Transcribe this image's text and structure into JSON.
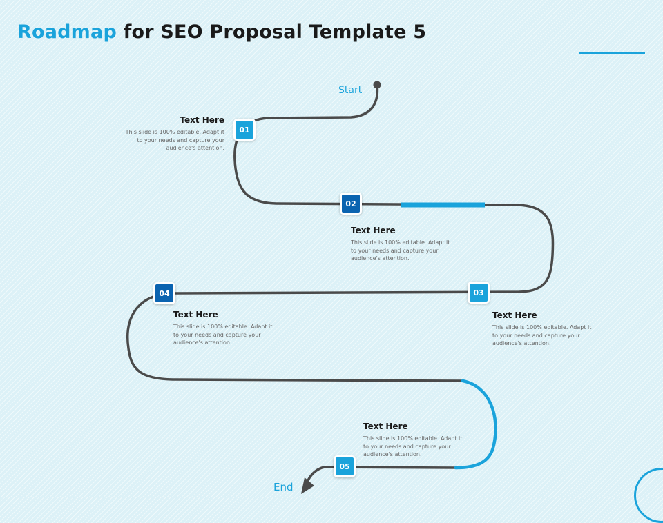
{
  "title": {
    "highlight": "Roadmap",
    "rest": " for SEO Proposal Template 5"
  },
  "path": {
    "start_label": "Start",
    "end_label": "End",
    "colors": {
      "road": "#4a4a4a",
      "accent": "#1aa3db",
      "marker_light": "#1aa3db",
      "marker_dark": "#0a63b0"
    }
  },
  "steps": [
    {
      "number": "01",
      "title": "Text Here",
      "body": "This slide is 100% editable. Adapt it to your needs and capture your audience's attention."
    },
    {
      "number": "02",
      "title": "Text Here",
      "body": "This slide is 100% editable. Adapt it to your needs and capture your audience's attention."
    },
    {
      "number": "03",
      "title": "Text Here",
      "body": "This slide is 100% editable. Adapt it to your needs and capture your audience's attention."
    },
    {
      "number": "04",
      "title": "Text Here",
      "body": "This slide is 100% editable. Adapt it to your needs and capture your audience's attention."
    },
    {
      "number": "05",
      "title": "Text Here",
      "body": "This slide is 100% editable. Adapt it to your needs and capture your audience's attention."
    }
  ]
}
